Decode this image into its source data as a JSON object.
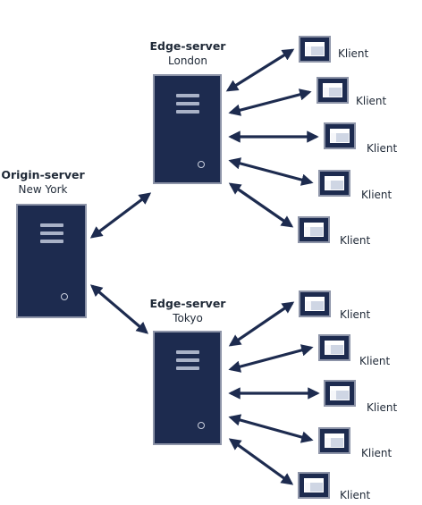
{
  "origin": {
    "title": "Origin-server",
    "location": "New York"
  },
  "edges": [
    {
      "title": "Edge-server",
      "location": "London"
    },
    {
      "title": "Edge-server",
      "location": "Tokyo"
    }
  ],
  "client_label": "Klient",
  "colors": {
    "server": "#1d2b4f",
    "frame": "#8d94a8",
    "arrow": "#1d2b4f"
  }
}
